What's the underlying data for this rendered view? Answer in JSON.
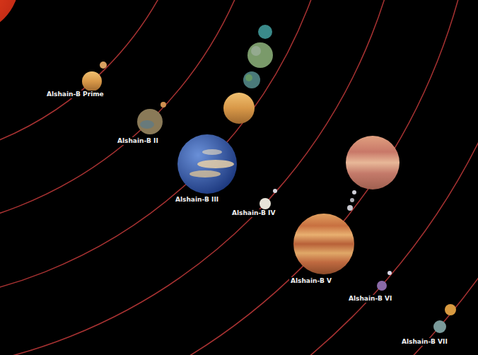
{
  "diagram": {
    "labels": [
      "Alshain-B Prime",
      "Alshain-B II",
      "Alshain-B III",
      "Alshain-B IV",
      "Alshain-B V",
      "Alshain-B VI",
      "Alshain-B VII"
    ]
  }
}
